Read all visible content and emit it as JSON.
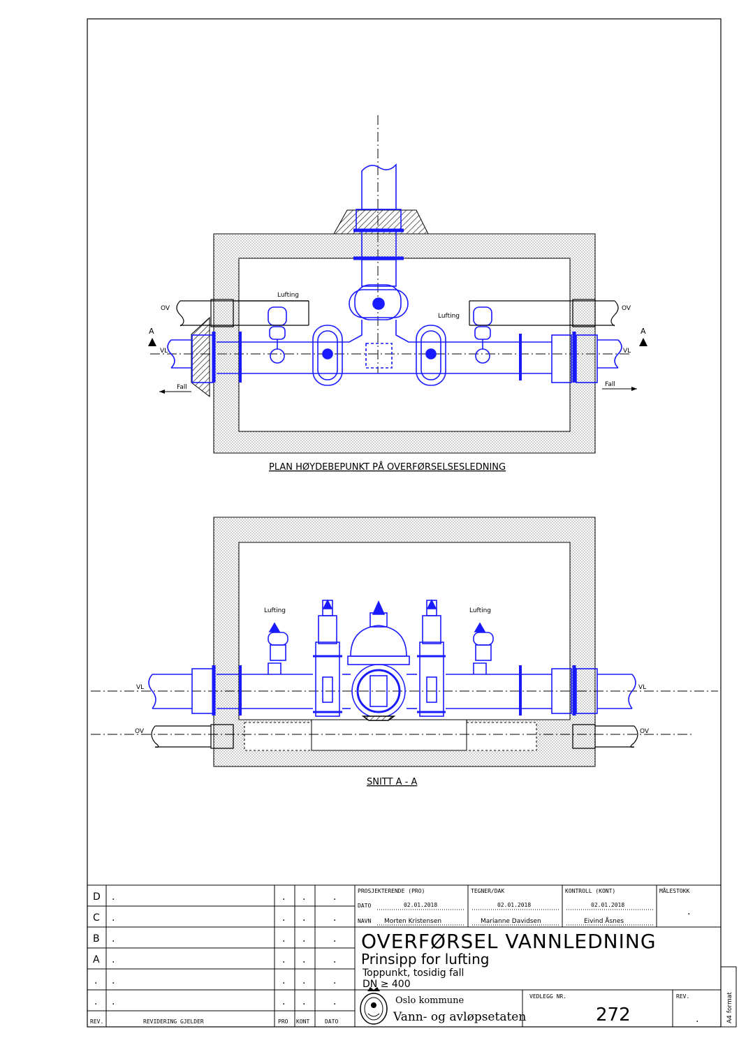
{
  "plan_view": {
    "caption": "PLAN HØYDEBEPUNKT PÅ OVERFØRSELSESLEDNING",
    "label_lufting_left": "Lufting",
    "label_lufting_right": "Lufting",
    "label_ov_left": "OV",
    "label_ov_right": "OV",
    "label_vl_left": "VL",
    "label_vl_right": "VL",
    "label_a_left": "A",
    "label_a_right": "A",
    "label_fall_left": "Fall",
    "label_fall_right": "Fall"
  },
  "section_view": {
    "caption": "SNITT A - A",
    "label_lufting_left": "Lufting",
    "label_lufting_right": "Lufting",
    "label_vl_left": "VL",
    "label_vl_right": "VL",
    "label_ov_left": "OV",
    "label_ov_right": "OV"
  },
  "title_block": {
    "revisions": [
      {
        "rev": "D",
        "desc": ".",
        "pro": ".",
        "kont": ".",
        "dato": "."
      },
      {
        "rev": "C",
        "desc": ".",
        "pro": ".",
        "kont": ".",
        "dato": "."
      },
      {
        "rev": "B",
        "desc": ".",
        "pro": ".",
        "kont": ".",
        "dato": "."
      },
      {
        "rev": "A",
        "desc": ".",
        "pro": ".",
        "kont": ".",
        "dato": "."
      },
      {
        "rev": ".",
        "desc": ".",
        "pro": ".",
        "kont": ".",
        "dato": "."
      },
      {
        "rev": ".",
        "desc": ".",
        "pro": ".",
        "kont": ".",
        "dato": "."
      }
    ],
    "rev_header": {
      "rev": "REV.",
      "desc": "REVIDERING GJELDER",
      "pro": "PRO",
      "kont": "KONT",
      "dato": "DATO"
    },
    "prosjekterende_label": "PROSJEKTERENDE (PRO)",
    "tegner_label": "TEGNER/DAK",
    "kontroll_label": "KONTROLL (KONT)",
    "malestokk_label": "MÅLESTOKK",
    "malestokk_value": ".",
    "dato_label": "DATO",
    "navn_label": "NAVN",
    "pro_dato": "02.01.2018",
    "pro_navn": "Morten Kristensen",
    "tegner_dato": "02.01.2018",
    "tegner_navn": "Marianne Davidsen",
    "kontroll_dato": "02.01.2018",
    "kontroll_navn": "Eivind Åsnes",
    "title": "OVERFØRSEL VANNLEDNING",
    "subtitle": "Prinsipp for lufting",
    "line3": "Toppunkt, tosidig fall",
    "line4": "DN ≥ 400",
    "org1": "Oslo kommune",
    "org2": "Vann- og avløpsetaten",
    "vedlegg_label": "VEDLEGG NR.",
    "vedlegg_value": "272",
    "rev_label": "REV.",
    "rev_value": ".",
    "format": "A4 format"
  }
}
